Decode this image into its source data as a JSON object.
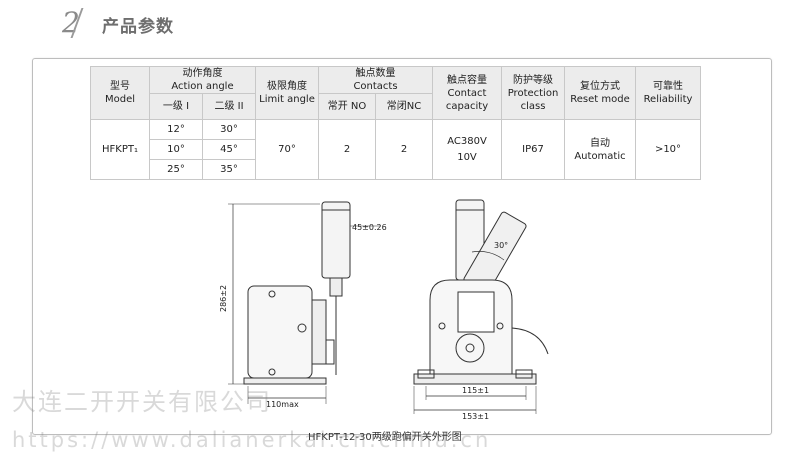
{
  "header": {
    "number": "2",
    "title": "产品参数"
  },
  "table": {
    "model_cn": "型号",
    "model_en": "Model",
    "action_cn": "动作角度",
    "action_en": "Action angle",
    "level1": "一级 I",
    "level2": "二级 II",
    "limit_cn": "极限角度",
    "limit_en": "Limit angle",
    "contacts_cn": "触点数量",
    "contacts_en": "Contacts",
    "no_label": "常开 NO",
    "nc_label": "常闭NC",
    "capacity_cn": "触点容量",
    "capacity_en1": "Contact",
    "capacity_en2": "capacity",
    "protection_cn": "防护等级",
    "protection_en1": "Protection",
    "protection_en2": "class",
    "reset_cn": "复位方式",
    "reset_en": "Reset mode",
    "reliability_cn": "可靠性",
    "reliability_en": "Reliability",
    "row": {
      "model": "HFKPT₁",
      "angles": [
        [
          "12°",
          "30°"
        ],
        [
          "10°",
          "45°"
        ],
        [
          "25°",
          "35°"
        ]
      ],
      "limit": "70°",
      "no": "2",
      "nc": "2",
      "capacity1": "AC380V",
      "capacity2": "10V",
      "protection": "IP67",
      "reset_cn": "自动",
      "reset_en": "Automatic",
      "reliability": ">10°"
    }
  },
  "drawing": {
    "dim_roller": "45±0.26",
    "dim_height": "286±2",
    "dim_depth": "110max",
    "dim_angle": "30°",
    "dim_holes": "115±1",
    "dim_width": "153±1",
    "caption": "HFKPT-12-30两级跑偏开关外形图"
  },
  "watermark": {
    "company": "大连二开开关有限公司",
    "url": "https://www.dalianerkai.cn.china.cn"
  }
}
